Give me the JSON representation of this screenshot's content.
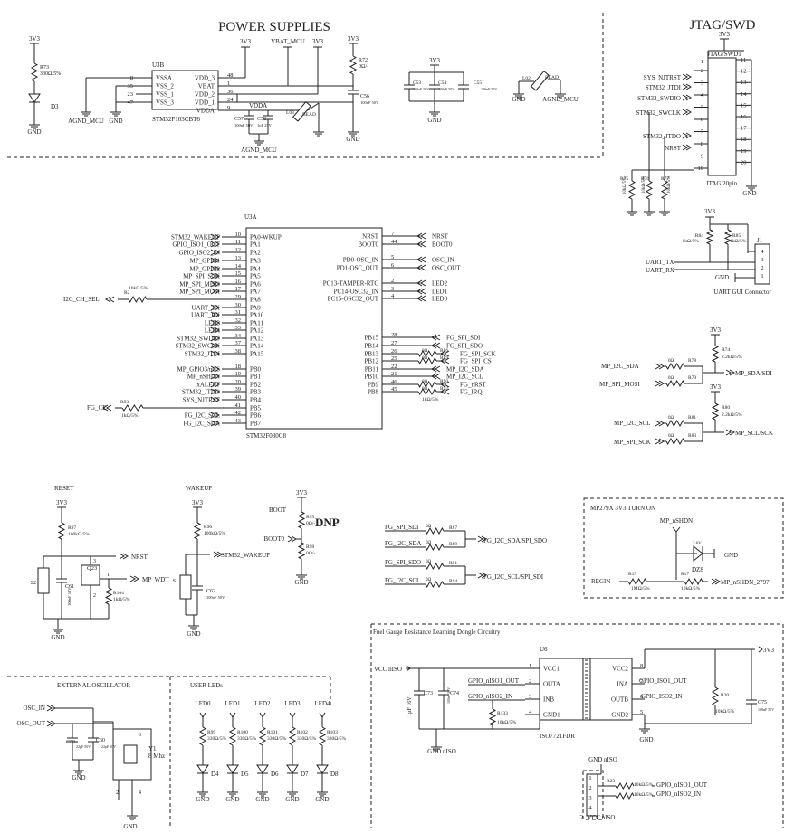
{
  "sections": {
    "power": "POWER SUPPLIES",
    "jtag": "JTAG/SWD",
    "reset": "RESET",
    "wakeup": "WAKEUP",
    "boot": "BOOT",
    "mp": "MP279X 3V3 TURN ON",
    "osc": "EXTERNAL OSCILLATOR",
    "leds": "USER LEDs",
    "fg": "Fuel Gauge Resistance Learning Dongle Circuitry"
  },
  "power": {
    "u3b": "U3B",
    "u3b_part": "STM32F103CBT6",
    "left_pins": [
      {
        "num": "8",
        "name": "VSSA"
      },
      {
        "num": "35",
        "name": "VSS_2"
      },
      {
        "num": "23",
        "name": "VSS_1"
      },
      {
        "num": "47",
        "name": "VSS_3"
      }
    ],
    "right_pins": [
      {
        "num": "48",
        "name": "VDD_3"
      },
      {
        "num": "1",
        "name": "VBAT"
      },
      {
        "num": "36",
        "name": "VDD_2"
      },
      {
        "num": "24",
        "name": "VDD_1"
      },
      {
        "num": "9",
        "name": "VDDA"
      }
    ],
    "nets": {
      "v33": "3V3",
      "vbat": "VBAT_MCU",
      "gnd": "GND",
      "agnd": "AGND_MCU",
      "vdda": "VDDA",
      "bead": "BEAD"
    },
    "r73": {
      "ref": "R73",
      "val": "330Ω/5%"
    },
    "d3": "D3",
    "r72": {
      "ref": "R72",
      "val": "0Ω/-"
    },
    "c56": {
      "ref": "C56",
      "val": "100nF 50V"
    },
    "c57": {
      "ref": "C57",
      "val": "100nF 50V"
    },
    "c58": {
      "ref": "C58",
      "val": "1uF 25V"
    },
    "l03": "L03",
    "c53": {
      "ref": "C53",
      "val": "100nF 50V"
    },
    "c54": {
      "ref": "C54",
      "val": "100nF 50V"
    },
    "c55": {
      "ref": "C55",
      "val": "100nF 50V"
    },
    "l02": "L02"
  },
  "jtag": {
    "v33": "3V3",
    "ref": "JTAG/SWD1",
    "caption": "JTAG 20pin",
    "left_nums": [
      "2",
      "3",
      "4",
      "5",
      "6",
      "7",
      "8",
      "9",
      "10"
    ],
    "right_nums": [
      "11",
      "12",
      "13",
      "14",
      "15",
      "16",
      "17",
      "18",
      "19",
      "20"
    ],
    "signals": [
      "SYS_NJTRST",
      "STM32_JTDI",
      "STM32_SWDIO",
      "STM32_SWCLK",
      "STM32_JTDO",
      "NRST"
    ],
    "pin1": "1",
    "r75": "R75",
    "r76": "R76",
    "r77": "R77",
    "rval": "10kΩ/5%",
    "gnd": "GND"
  },
  "uart": {
    "v33": "3V3",
    "r84": {
      "ref": "R84",
      "val": "1kΩ/5%"
    },
    "r85": {
      "ref": "R85",
      "val": "1kΩ/5%"
    },
    "j1": "J1",
    "tx": "UART_TX",
    "rx": "UART_RX",
    "gnd": "GND",
    "pins": [
      "4",
      "3",
      "2",
      "1"
    ],
    "caption": "UART GUI Connector"
  },
  "u3a": {
    "ref": "U3A",
    "part": "STM32F030C8",
    "left": [
      {
        "net": "STM32_WAKEUP",
        "num": "10",
        "pin": "PA0-WKUP"
      },
      {
        "net": "GPIO_ISO1_OUT",
        "num": "11",
        "pin": "PA1"
      },
      {
        "net": "GPIO_ISO2_IN",
        "num": "12",
        "pin": "PA2"
      },
      {
        "net": "MP_GPIO1",
        "num": "13",
        "pin": "PA3"
      },
      {
        "net": "MP_GPIO2",
        "num": "14",
        "pin": "PA4"
      },
      {
        "net": "MP_SPI_SCK",
        "num": "15",
        "pin": "PA5"
      },
      {
        "net": "MP_SPI_MISO",
        "num": "16",
        "pin": "PA6"
      },
      {
        "net": "MP_SPI_MOSI",
        "num": "17",
        "pin": "PA7"
      },
      {
        "net": "",
        "num": "29",
        "pin": "PA8"
      },
      {
        "net": "UART_TX",
        "num": "30",
        "pin": "PA9"
      },
      {
        "net": "UART_RX",
        "num": "31",
        "pin": "PA10"
      },
      {
        "net": "LED3",
        "num": "32",
        "pin": "PA11"
      },
      {
        "net": "LED4",
        "num": "33",
        "pin": "PA12"
      },
      {
        "net": "STM32_SWDIO",
        "num": "34",
        "pin": "PA13"
      },
      {
        "net": "STM32_SWCLK",
        "num": "37",
        "pin": "PA14"
      },
      {
        "net": "STM32_JTDI",
        "num": "38",
        "pin": "PA15"
      },
      {
        "net": "MP_GPIO3/nCS",
        "num": "18",
        "pin": "PB0"
      },
      {
        "net": "MP_nSHDN",
        "num": "19",
        "pin": "PB1"
      },
      {
        "net": "xALERT",
        "num": "20",
        "pin": "PB2"
      },
      {
        "net": "STM32_JTDO",
        "num": "39",
        "pin": "PB3"
      },
      {
        "net": "SYS_NJTRST",
        "num": "40",
        "pin": "PB4"
      },
      {
        "net": "",
        "num": "41",
        "pin": "PB5"
      },
      {
        "net": "FG_I2C_SCL",
        "num": "42",
        "pin": "PB6"
      },
      {
        "net": "FG_I2C_SDA",
        "num": "43",
        "pin": "PB7"
      }
    ],
    "right_top": [
      {
        "pin": "NRST",
        "num": "7",
        "net": "NRST"
      },
      {
        "pin": "BOOT0",
        "num": "44",
        "net": "BOOT0"
      },
      {
        "pin": "PD0-OSC_IN",
        "num": "5",
        "net": "OSC_IN"
      },
      {
        "pin": "PD1-OSC_OUT",
        "num": "6",
        "net": "OSC_OUT"
      },
      {
        "pin": "PC13-TAMPER-RTC",
        "num": "2",
        "net": "LED2"
      },
      {
        "pin": "PC14-OSC32_IN",
        "num": "3",
        "net": "LED1"
      },
      {
        "pin": "PC15-OSC32_OUT",
        "num": "4",
        "net": "LED0"
      }
    ],
    "right_pb": [
      {
        "pin": "PB15",
        "num": "28",
        "net": "FG_SPI_SDI",
        "res": ""
      },
      {
        "pin": "PB14",
        "num": "27",
        "net": "FG_SPI_SDO",
        "res": ""
      },
      {
        "pin": "PB13",
        "num": "26",
        "net": "FG_SPI_SCK",
        "res": "R86"
      },
      {
        "pin": "PB12",
        "num": "25",
        "net": "FG_SPI_CS",
        "res": "R89"
      },
      {
        "pin": "PB11",
        "num": "22",
        "net": "MP_I2C_SDA",
        "res": ""
      },
      {
        "pin": "PB10",
        "num": "21",
        "net": "MP_I2C_SCL",
        "res": ""
      },
      {
        "pin": "PB9",
        "num": "46",
        "net": "FG_nRST",
        "res": "R90"
      },
      {
        "pin": "PB8",
        "num": "45",
        "net": "FG_IRQ",
        "res": "R92"
      }
    ],
    "r2": {
      "ref": "R2",
      "val": "10kΩ/5%"
    },
    "i2c_ch_sel": "I2C_CH_SEL",
    "r93": {
      "ref": "R93",
      "val": "1kΩ/5%"
    },
    "fg_ce": "FG_CE",
    "pb_rval": "1kΩ/5%",
    "zero": "0Ω"
  },
  "mux": {
    "v33a": "3V3",
    "r74": {
      "ref": "R74",
      "val": "2.2kΩ/5%"
    },
    "r78": "R78",
    "r79": "R79",
    "sda_in": "MP_I2C_SDA",
    "mosi_in": "MP_SPI_MOSI",
    "sda_out": "MP_SDA/SDI",
    "v33b": "3V3",
    "r80": {
      "ref": "R80",
      "val": "2.2kΩ/5%"
    },
    "r81": "R81",
    "r83": "R83",
    "scl_in": "MP_I2C_SCL",
    "sck_in": "MP_SPI_SCK",
    "scl_out": "MP_SCL/SCK",
    "zero": "0Ω"
  },
  "reset": {
    "v33": "3V3",
    "r97": {
      "ref": "R97",
      "val": "100kΩ/5%"
    },
    "nrst": "NRST",
    "mp_wdt": "MP_WDT",
    "q23": "Q23",
    "s2": "S2",
    "c61": {
      "ref": "C61",
      "val": "100nF 50V"
    },
    "r104": {
      "ref": "R104",
      "val": "1kΩ/5%"
    },
    "gnd": "GND",
    "pins": [
      "1",
      "2",
      "3"
    ]
  },
  "wakeup": {
    "v33": "3V3",
    "r96": {
      "ref": "R96",
      "val": "100kΩ/5%"
    },
    "net": "STM32_WAKEUP",
    "s1": "S1",
    "c62": {
      "ref": "C62",
      "val": "100nF 50V"
    },
    "gnd": "GND"
  },
  "boot": {
    "v33": "3V3",
    "r95": {
      "ref": "R95",
      "val": "0Ω/-"
    },
    "dnp": "DNP",
    "net": "BOOT0",
    "r98": {
      "ref": "R98",
      "val": "0Ω/-"
    },
    "gnd": "GND"
  },
  "fgmux": {
    "rows": [
      {
        "net": "FG_SPI_SDI",
        "res": "R87"
      },
      {
        "net": "FG_I2C_SDA",
        "res": "R89"
      },
      {
        "net": "FG_SPI_SDO",
        "res": "R91"
      },
      {
        "net": "FG_I2C_SCL",
        "res": "R94"
      }
    ],
    "out1": "FG_I2C_SDA/SPI_SDO",
    "out2": "FG_I2C_SCL/SPI_SDI",
    "zero": "0Ω"
  },
  "mp": {
    "net": "MP_nSHDN",
    "regin": "REGIN",
    "r15": {
      "ref": "R15",
      "val": "1MΩ/5%"
    },
    "r17": {
      "ref": "R17",
      "val": "10kΩ/5%"
    },
    "dz8": "DZ8",
    "dzval": "3.6V",
    "gnd": "GND",
    "out": "MP_nSHDN_2797"
  },
  "osc": {
    "osc_in": "OSC_IN",
    "osc_out": "OSC_OUT",
    "c59": {
      "ref": "C59",
      "val": "22pF 50V"
    },
    "c60": {
      "ref": "C60",
      "val": "22pF 50V"
    },
    "y1": "Y1",
    "freq": "8 Mhz",
    "gnd": "GND",
    "pins": [
      "1",
      "2",
      "3",
      "4"
    ]
  },
  "leds": {
    "items": [
      {
        "net": "LED0",
        "res": "R99",
        "d": "D4"
      },
      {
        "net": "LED1",
        "res": "R100",
        "d": "D5"
      },
      {
        "net": "LED2",
        "res": "R101",
        "d": "D6"
      },
      {
        "net": "LED3",
        "res": "R102",
        "d": "D7"
      },
      {
        "net": "LED4",
        "res": "R103",
        "d": "D8"
      }
    ],
    "rval": "330Ω/5%",
    "gnd": "GND"
  },
  "fg": {
    "vcc": "VCC nISO",
    "v33": "3V3",
    "c73": {
      "ref": "C73",
      "val": "1µF 16V"
    },
    "c74": {
      "ref": "C74",
      "val": "100nF 50V"
    },
    "u6": "U6",
    "part": "ISO7721FDR",
    "left": [
      {
        "num": "1",
        "name": "VCC1"
      },
      {
        "num": "2",
        "name": "OUTA"
      },
      {
        "num": "3",
        "name": "INB"
      },
      {
        "num": "4",
        "name": "GND1"
      }
    ],
    "right": [
      {
        "num": "8",
        "name": "VCC2"
      },
      {
        "num": "7",
        "name": "INA"
      },
      {
        "num": "6",
        "name": "OUTB"
      },
      {
        "num": "5",
        "name": "GND2"
      }
    ],
    "out1": "GPIO_nISO1_OUT",
    "in2": "GPIO_nISO2_IN",
    "r133": {
      "ref": "R133",
      "val": "10kΩ/5%"
    },
    "gnd_niso": "GND nISO",
    "in1_r": "GPIO_ISO1_OUT",
    "in2_r": "GPIO_ISO2_IN",
    "r20": {
      "ref": "R20",
      "val": "10kΩ/5%"
    },
    "c75": {
      "ref": "C75",
      "val": "100nF 50V"
    },
    "gnd": "GND",
    "j2_gnd": "GND nISO",
    "r23": {
      "ref": "R23",
      "val": "10kΩ/5%"
    },
    "r24": {
      "ref": "R24",
      "val": "10kΩ/5%"
    },
    "j2_out": "GPIO_nISO1_OUT",
    "j2_in": "GPIO_nISO2_IN",
    "j2": "J2",
    "j2_vcc": "VCC nISO",
    "j2_pins": [
      "1",
      "2",
      "3",
      "4"
    ]
  }
}
